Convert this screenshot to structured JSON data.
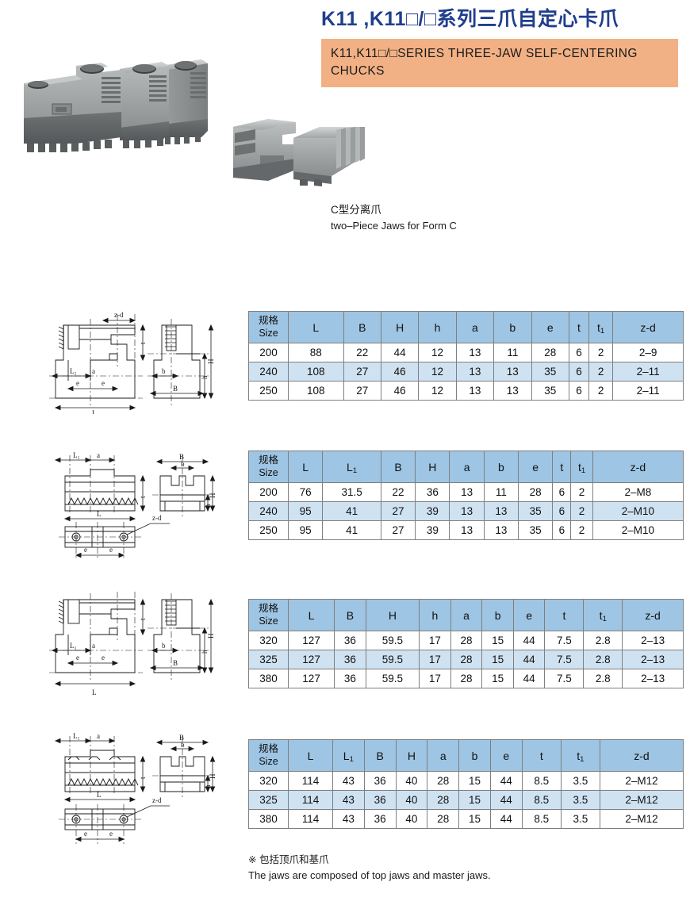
{
  "header": {
    "title_cn": "K11 ,K11□/□系列三爪自定心卡爪",
    "subtitle_en": "K11,K11□/□SERIES THREE-JAW SELF-CENTERING CHUCKS"
  },
  "photos": {
    "main_alt": "three-steel-jaw-blocks",
    "second_alt": "two-piece-jaw-set"
  },
  "caption": {
    "cn": "C型分离爪",
    "en": "two–Piece Jaws for Form C"
  },
  "drawings": {
    "labels": {
      "zd": "z-d",
      "L": "L",
      "L1": "L₁",
      "B": "B",
      "H": "H",
      "h": "h",
      "a": "a",
      "b": "b",
      "e": "e",
      "t": "t",
      "t1": "t₁"
    }
  },
  "tables": [
    {
      "id": "table-1",
      "headers": [
        "规格\nSize",
        "L",
        "B",
        "H",
        "h",
        "a",
        "b",
        "e",
        "t",
        "t1",
        "z-d"
      ],
      "header_size_cn": "规格",
      "header_size_en": "Size",
      "rows": [
        [
          "200",
          "88",
          "22",
          "44",
          "12",
          "13",
          "11",
          "28",
          "6",
          "2",
          "2–9"
        ],
        [
          "240",
          "108",
          "27",
          "46",
          "12",
          "13",
          "13",
          "35",
          "6",
          "2",
          "2–11"
        ],
        [
          "250",
          "108",
          "27",
          "46",
          "12",
          "13",
          "13",
          "35",
          "6",
          "2",
          "2–11"
        ]
      ]
    },
    {
      "id": "table-2",
      "headers": [
        "规格\nSize",
        "L",
        "L1",
        "B",
        "H",
        "a",
        "b",
        "e",
        "t",
        "t1",
        "z-d"
      ],
      "header_size_cn": "规格",
      "header_size_en": "Size",
      "rows": [
        [
          "200",
          "76",
          "31.5",
          "22",
          "36",
          "13",
          "11",
          "28",
          "6",
          "2",
          "2–M8"
        ],
        [
          "240",
          "95",
          "41",
          "27",
          "39",
          "13",
          "13",
          "35",
          "6",
          "2",
          "2–M10"
        ],
        [
          "250",
          "95",
          "41",
          "27",
          "39",
          "13",
          "13",
          "35",
          "6",
          "2",
          "2–M10"
        ]
      ]
    },
    {
      "id": "table-3",
      "headers": [
        "规格\nSize",
        "L",
        "B",
        "H",
        "h",
        "a",
        "b",
        "e",
        "t",
        "t1",
        "z-d"
      ],
      "header_size_cn": "规格",
      "header_size_en": "Size",
      "rows": [
        [
          "320",
          "127",
          "36",
          "59.5",
          "17",
          "28",
          "15",
          "44",
          "7.5",
          "2.8",
          "2–13"
        ],
        [
          "325",
          "127",
          "36",
          "59.5",
          "17",
          "28",
          "15",
          "44",
          "7.5",
          "2.8",
          "2–13"
        ],
        [
          "380",
          "127",
          "36",
          "59.5",
          "17",
          "28",
          "15",
          "44",
          "7.5",
          "2.8",
          "2–13"
        ]
      ]
    },
    {
      "id": "table-4",
      "headers": [
        "规格\nSize",
        "L",
        "L1",
        "B",
        "H",
        "a",
        "b",
        "e",
        "t",
        "t1",
        "z-d"
      ],
      "header_size_cn": "规格",
      "header_size_en": "Size",
      "rows": [
        [
          "320",
          "114",
          "43",
          "36",
          "40",
          "28",
          "15",
          "44",
          "8.5",
          "3.5",
          "2–M12"
        ],
        [
          "325",
          "114",
          "43",
          "36",
          "40",
          "28",
          "15",
          "44",
          "8.5",
          "3.5",
          "2–M12"
        ],
        [
          "380",
          "114",
          "43",
          "36",
          "40",
          "28",
          "15",
          "44",
          "8.5",
          "3.5",
          "2–M12"
        ]
      ]
    }
  ],
  "footnote": {
    "cn": "※ 包括顶爪和基爪",
    "en": "The jaws are composed of top jaws and master jaws."
  },
  "colors": {
    "title_blue": "#1F3E8C",
    "banner_orange": "#F2B184",
    "table_header_blue": "#9EC5E3",
    "table_alt_row": "#CFE2F2"
  }
}
